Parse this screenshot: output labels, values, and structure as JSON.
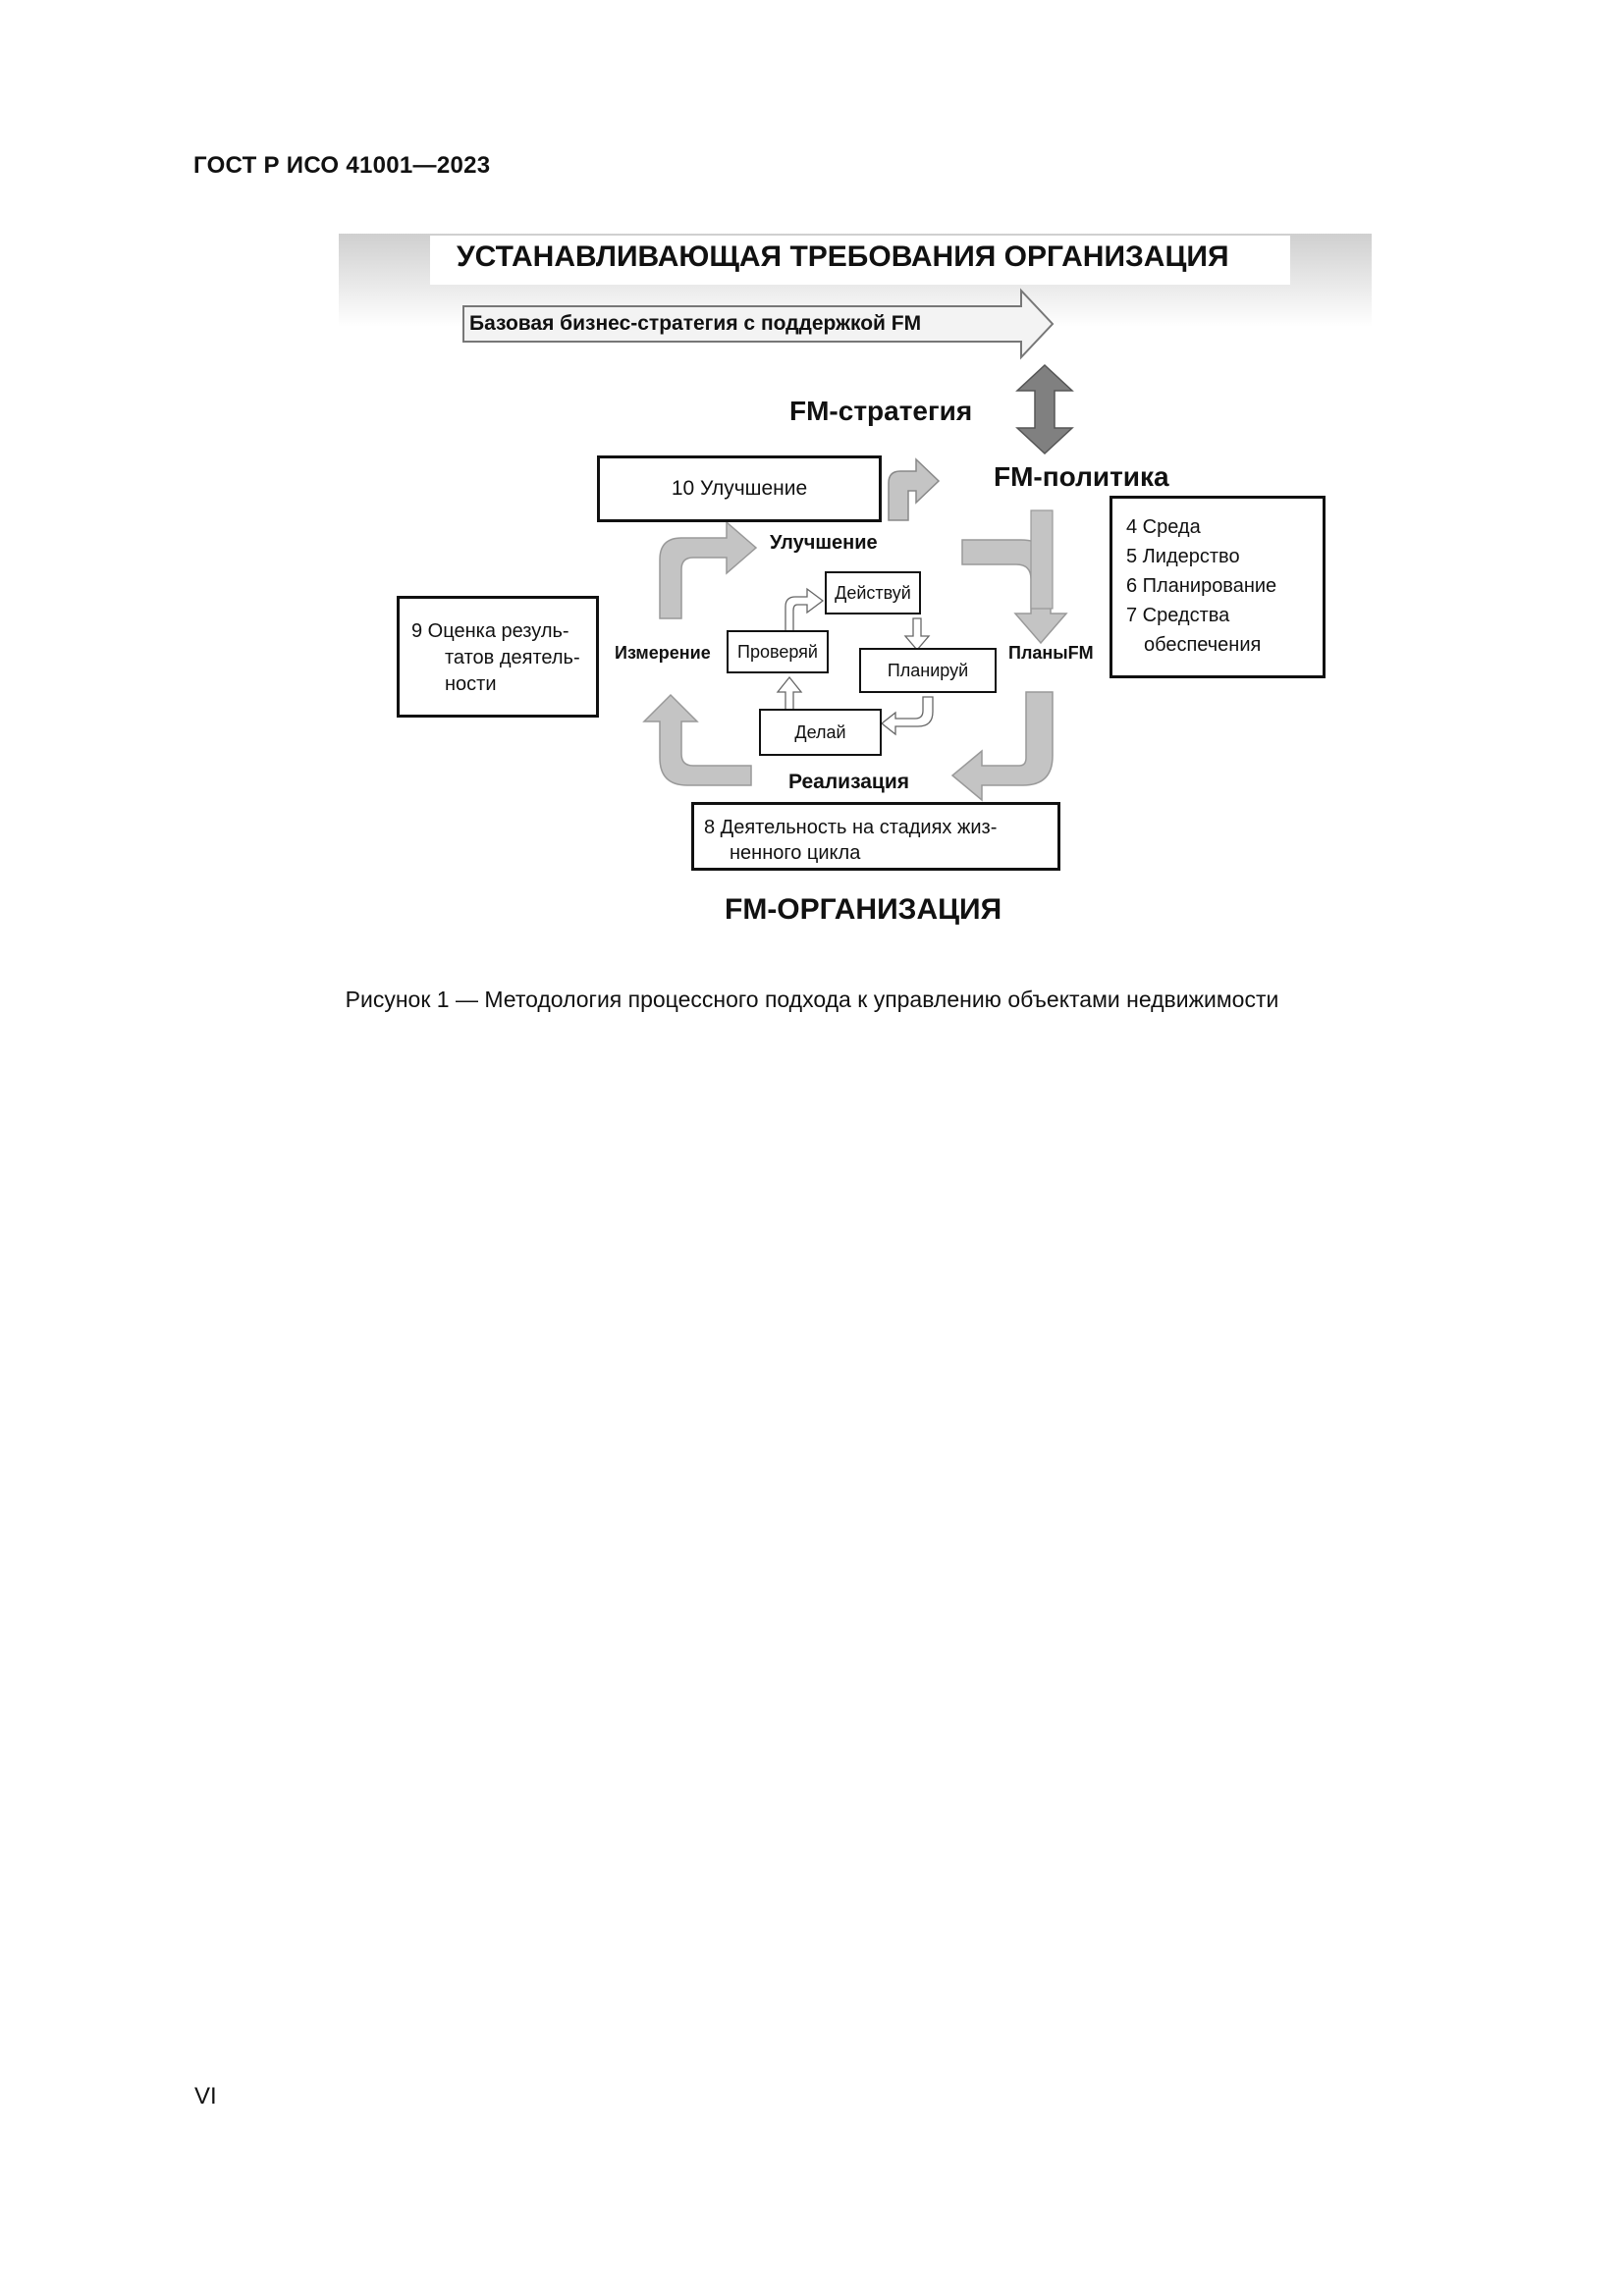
{
  "header": {
    "title": "ГОСТ Р ИСО 41001—2023"
  },
  "figure": {
    "top_banner": "УСТАНАВЛИВАЮЩАЯ ТРЕБОВАНИЯ ОРГАНИЗАЦИЯ",
    "strategy_arrow": "Базовая бизнес-стратегия с поддержкой FM",
    "fm_strategy": "FM-стратегия",
    "fm_policy": "FM-политика",
    "improvement_box": "10 Улучшение",
    "improvement_label": "Улучшение",
    "clauses": [
      "4 Среда",
      "5 Лидерство",
      "6 Планирование",
      "7 Средства",
      "обеспечения"
    ],
    "evaluation_box": [
      "9 Оценка резуль-",
      "татов деятель-",
      "ности"
    ],
    "measurement_label": "Измерение",
    "plans_label": "ПланыFM",
    "pdca": {
      "act": "Действуй",
      "check": "Проверяй",
      "plan": "Планируй",
      "do": "Делай"
    },
    "implementation_label": "Реализация",
    "operation_box": [
      "8 Деятельность на стадиях жиз-",
      "ненного цикла"
    ],
    "bottom_title": "FM-ОРГАНИЗАЦИЯ"
  },
  "caption": "Рисунок 1 — Методология процессного подхода к управлению объектами недвижимости",
  "page_number": "VI",
  "colors": {
    "arrow_light": "#c4c4c4",
    "arrow_dark": "#7a7a7a",
    "banner_gradient": "#d0d0d0"
  }
}
